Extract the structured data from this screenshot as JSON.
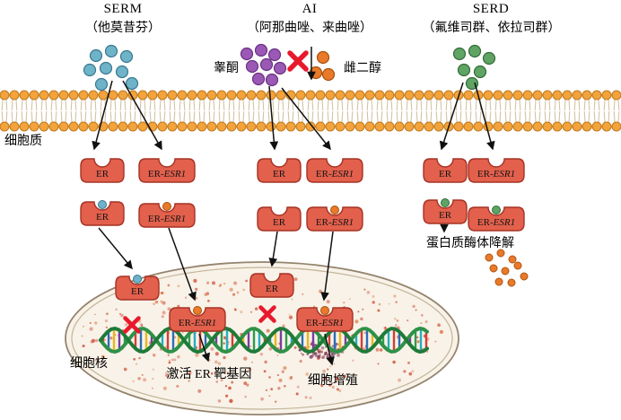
{
  "figure": {
    "columns": {
      "serm": {
        "title": "SERM",
        "drugs": "（他莫昔芬）"
      },
      "ai": {
        "title": "AI",
        "drugs": "（阿那曲唑、来曲唑）"
      },
      "serd": {
        "title": "SERD",
        "drugs": "（氟维司群、依拉司群）"
      }
    },
    "molecules": {
      "testosterone": "睾酮",
      "estradiol": "雌二醇"
    },
    "compartments": {
      "cytoplasm": "细胞质",
      "nucleus": "细胞核"
    },
    "receptors": {
      "er": "ER",
      "er_esr1_prefix": "ER-",
      "er_esr1_gene": "ESR1"
    },
    "outcomes": {
      "degradation": "蛋白质酶体降解",
      "activation": "激活 ER 靶基因",
      "proliferation": "细胞增殖"
    },
    "colors": {
      "serm_ligand": "#6fb3c9",
      "ai_substrate": "#9b59b6",
      "estradiol": "#e87a2a",
      "serd_ligand": "#5fa464",
      "receptor": "#e2604c",
      "membrane_head": "#f2a33c",
      "inhibit_x": "#e8192c",
      "dna_strand": "#2e9147"
    }
  }
}
